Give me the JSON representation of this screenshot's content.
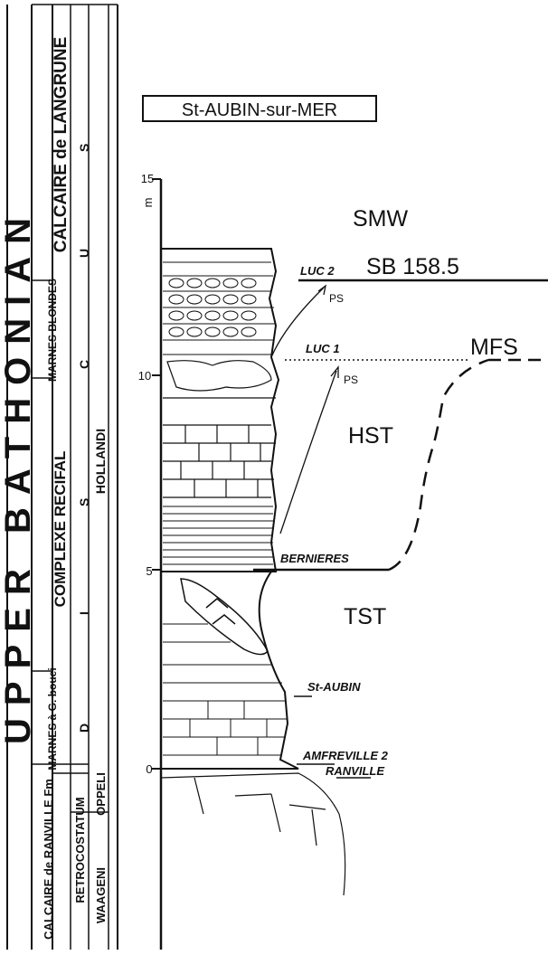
{
  "title": "St-AUBIN-sur-MER",
  "stage": {
    "main": "UPPER BATHONIAN",
    "formations": {
      "calcaire_langrune": "CALCAIRE de LANGRUNE",
      "marnes_blondes": "MARNES BLONDES",
      "complexe_recifal": "COMPLEXE RECIFAL",
      "marnes_bouei": "MARNES à G. bouei",
      "calcaire_ranville": "CALCAIRE de RANVILLE Fm"
    },
    "zones": {
      "hollandi": "HOLLANDI",
      "retrocostatum": "RETROCOSTATUM",
      "oppeli": "OPPELI",
      "waagen": "WAAGENI"
    },
    "subzone_letters": [
      "D",
      "I",
      "S",
      "C",
      "U",
      "S"
    ]
  },
  "scale": {
    "unit": "m",
    "ticks": [
      "15",
      "10",
      "5",
      "0"
    ]
  },
  "systems_tracts": {
    "smw": "SMW",
    "hst": "HST",
    "tst": "TST"
  },
  "surfaces": {
    "sb": "SB 158.5",
    "mfs": "MFS",
    "luc2": "LUC 2",
    "luc1": "LUC 1",
    "bernieres": "BERNIERES",
    "st_aubin": "St-AUBIN",
    "amfreville": "AMFREVILLE 2",
    "ranville": "RANVILLE"
  },
  "ps_labels": [
    "PS",
    "PS"
  ],
  "colors": {
    "ink": "#111111",
    "paper": "#ffffff"
  }
}
